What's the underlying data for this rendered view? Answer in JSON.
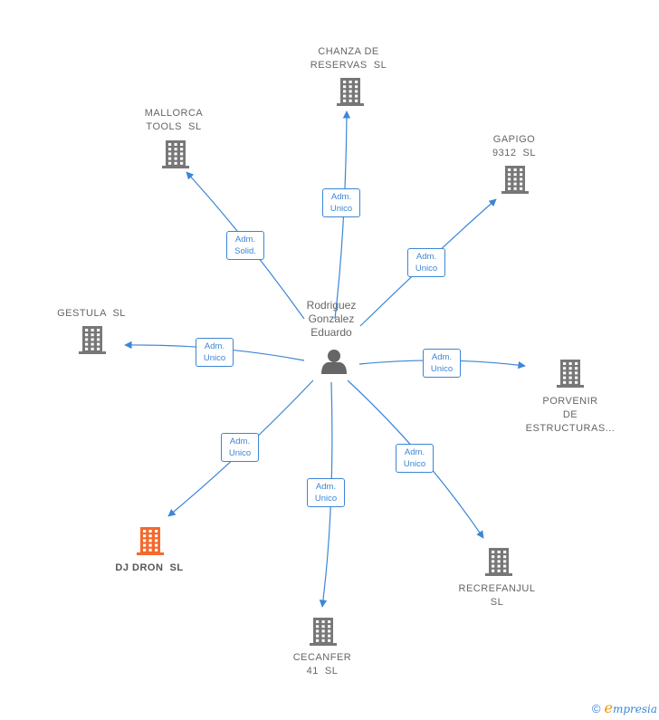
{
  "center": {
    "label": "Rodriguez\nGonzalez\nEduardo",
    "icon": "person-icon"
  },
  "companies": [
    {
      "id": "chanza",
      "label": "CHANZA DE\nRESERVAS  SL",
      "role_line1": "Adm.",
      "role_line2": "Unico",
      "color": "#777777"
    },
    {
      "id": "mallorca",
      "label": "MALLORCA\nTOOLS  SL",
      "role_line1": "Adm.",
      "role_line2": "Solid.",
      "color": "#777777"
    },
    {
      "id": "gapigo",
      "label": "GAPIGO\n9312  SL",
      "role_line1": "Adm.",
      "role_line2": "Unico",
      "color": "#777777"
    },
    {
      "id": "gestula",
      "label": "GESTULA  SL",
      "role_line1": "Adm.",
      "role_line2": "Unico",
      "color": "#777777"
    },
    {
      "id": "porvenir",
      "label": "PORVENIR\nDE\nESTRUCTURAS...",
      "role_line1": "Adm.",
      "role_line2": "Unico",
      "color": "#777777"
    },
    {
      "id": "djdron",
      "label": "DJ DRON  SL",
      "role_line1": "Adm.",
      "role_line2": "Unico",
      "color": "#f26a2e"
    },
    {
      "id": "recrefanjul",
      "label": "RECREFANJUL\nSL",
      "role_line1": "Adm.",
      "role_line2": "Unico",
      "color": "#777777"
    },
    {
      "id": "cecanfer",
      "label": "CECANFER\n41  SL",
      "role_line1": "Adm.",
      "role_line2": "Unico",
      "color": "#777777"
    }
  ],
  "footer": {
    "copyright": "©",
    "brand_e": "e",
    "brand_rest": "mpresia"
  },
  "colors": {
    "edge": "#3b86d6",
    "building": "#777777",
    "highlight": "#f26a2e",
    "person": "#666666"
  }
}
